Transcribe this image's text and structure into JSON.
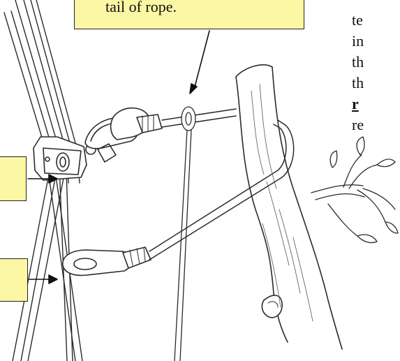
{
  "callouts": {
    "top_text": "tail of rope.",
    "left_upper_text": "",
    "left_lower_text": ""
  },
  "side_text_fragments": [
    "te",
    "in",
    "th",
    "th",
    "r",
    "re"
  ],
  "colors": {
    "callout_fill": "#fcf7a4",
    "ink": "#222222"
  }
}
